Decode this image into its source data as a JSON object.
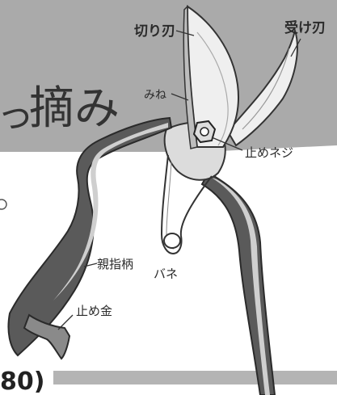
{
  "header": {
    "title_fragment": "摘み",
    "left_glyph_fragment": "っ"
  },
  "labels": {
    "cutting_blade": "切り刃",
    "receiving_blade": "受け刃",
    "spine": "みね",
    "stop_screw": "止めネジ",
    "spring": "バネ",
    "thumb_handle": "親指柄",
    "stop_latch": "止め金"
  },
  "footer": {
    "page_ref": "80)"
  },
  "colors": {
    "band": "#aaaaaa",
    "handle_dark": "#5a5a5a",
    "handle_light": "#cfcfcf",
    "blade_fill": "#efefef",
    "outline": "#333333"
  }
}
